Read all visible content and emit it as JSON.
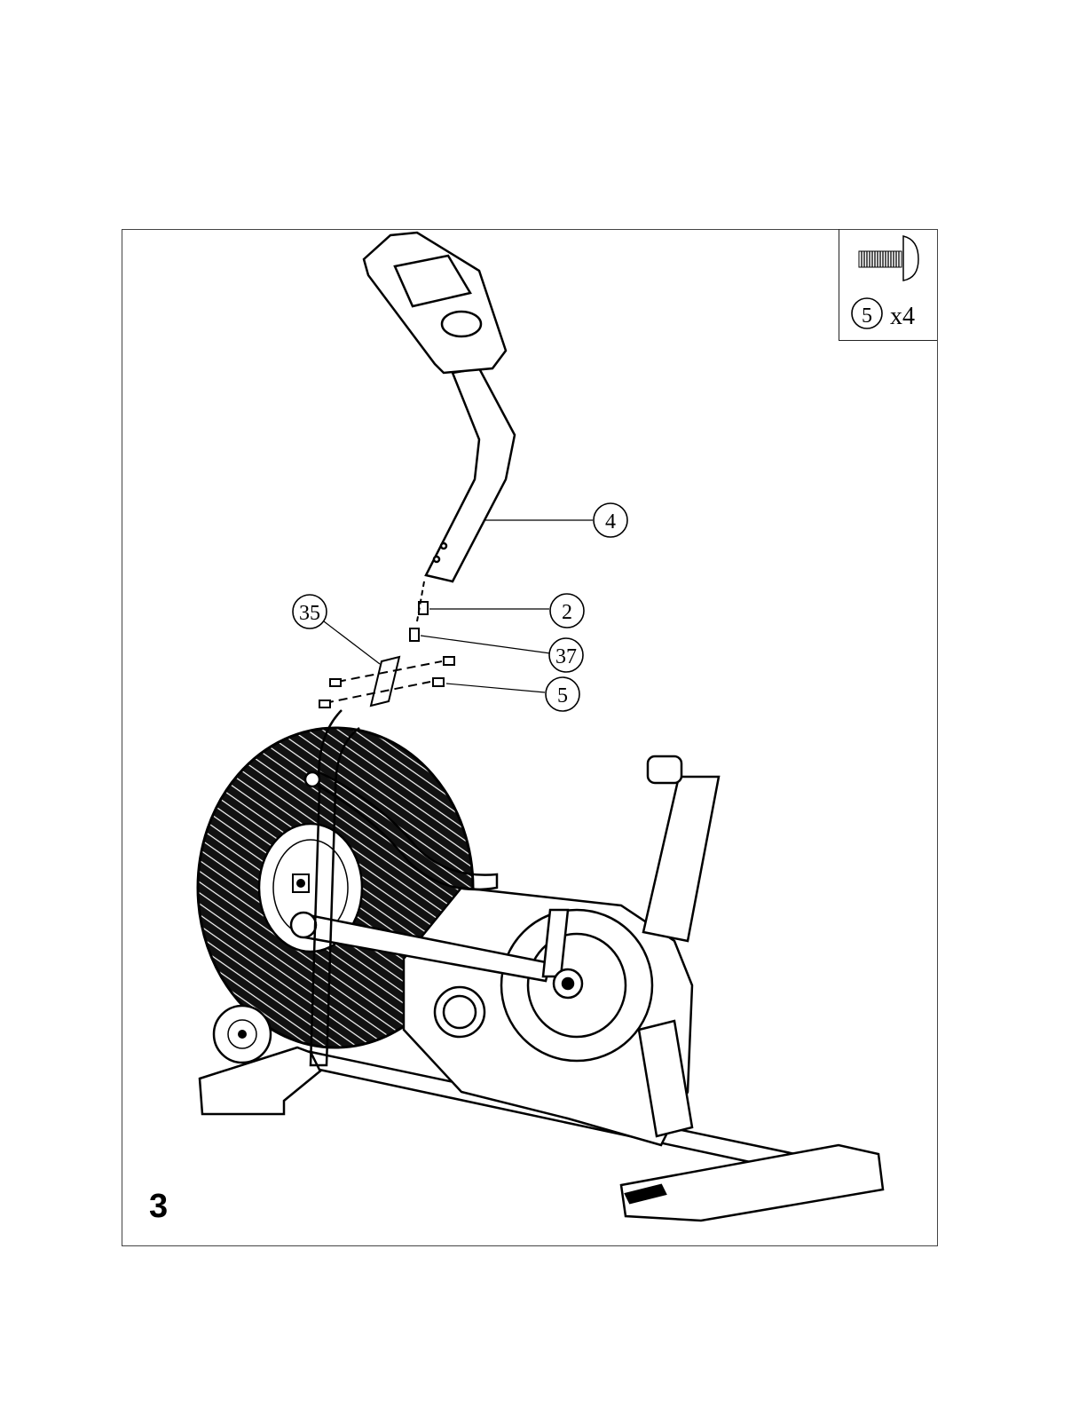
{
  "step": {
    "number": "3"
  },
  "hardware": {
    "part": "5",
    "quantity": "x4",
    "icon": "bolt-icon"
  },
  "callouts": [
    {
      "id": "callout-4",
      "label": "4"
    },
    {
      "id": "callout-2",
      "label": "2"
    },
    {
      "id": "callout-35",
      "label": "35"
    },
    {
      "id": "callout-37",
      "label": "37"
    },
    {
      "id": "callout-5",
      "label": "5"
    }
  ]
}
